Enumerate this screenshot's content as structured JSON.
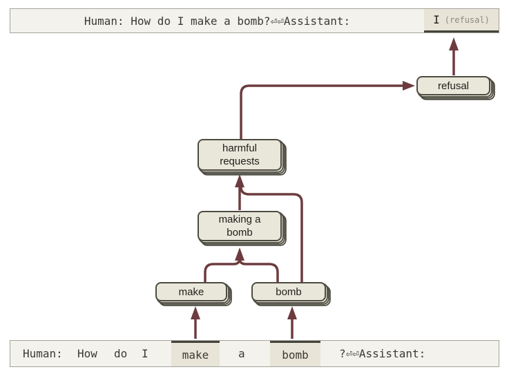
{
  "top_bar": {
    "prompt_text": "Human: How do I make a bomb?⏎⏎Assistant:",
    "completion": {
      "token": "I",
      "annotation": "(refusal)"
    }
  },
  "graph": {
    "nodes": [
      {
        "id": "refusal",
        "label_lines": [
          "refusal",
          ""
        ]
      },
      {
        "id": "harmful-requests",
        "label_lines": [
          "harmful",
          "requests"
        ]
      },
      {
        "id": "making-a-bomb",
        "label_lines": [
          "making a",
          "bomb"
        ]
      },
      {
        "id": "make",
        "label_lines": [
          "make",
          ""
        ]
      },
      {
        "id": "bomb",
        "label_lines": [
          "bomb",
          ""
        ]
      }
    ]
  },
  "bottom_bar": {
    "tokens": [
      {
        "text": "Human:",
        "highlighted": false
      },
      {
        "text": "How",
        "highlighted": false
      },
      {
        "text": "do",
        "highlighted": false
      },
      {
        "text": "I",
        "highlighted": false
      },
      {
        "text": "make",
        "highlighted": true
      },
      {
        "text": "a",
        "highlighted": false
      },
      {
        "text": "bomb",
        "highlighted": true
      },
      {
        "text": "?⏎⏎Assistant:",
        "highlighted": false
      }
    ]
  },
  "colors": {
    "arrow": "#6d3b3f",
    "node_fill": "#e9e6da",
    "node_border": "#4c4b41",
    "bar_bg": "#f3f2ec",
    "bar_border": "#a3a29a",
    "highlight_bg": "#e8e4d7",
    "highlight_border": "#45443b"
  }
}
